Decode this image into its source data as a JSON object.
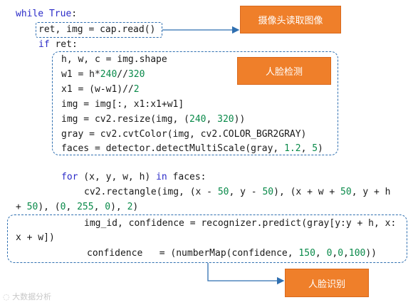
{
  "code_lines": [
    {
      "id": "while",
      "parts": [
        {
          "t": "while ",
          "c": "kw"
        },
        {
          "t": "True",
          "c": "kw"
        },
        {
          "t": ":"
        }
      ]
    },
    {
      "id": "read",
      "parts": [
        {
          "t": "ret, img = cap.read()"
        }
      ]
    },
    {
      "id": "if",
      "parts": [
        {
          "t": "if",
          "c": "kw"
        },
        {
          "t": " ret:"
        }
      ]
    },
    {
      "id": "shape",
      "parts": [
        {
          "t": "h, w, c = img.shape"
        }
      ]
    },
    {
      "id": "w1",
      "parts": [
        {
          "t": "w1 = h*"
        },
        {
          "t": "240",
          "c": "num"
        },
        {
          "t": "//"
        },
        {
          "t": "320",
          "c": "num"
        }
      ]
    },
    {
      "id": "x1",
      "parts": [
        {
          "t": "x1 = (w-w1)//"
        },
        {
          "t": "2",
          "c": "num"
        }
      ]
    },
    {
      "id": "crop",
      "parts": [
        {
          "t": "img = img[:, x1:x1+w1]"
        }
      ]
    },
    {
      "id": "resize",
      "parts": [
        {
          "t": "img = cv2.resize(img, ("
        },
        {
          "t": "240",
          "c": "num"
        },
        {
          "t": ", "
        },
        {
          "t": "320",
          "c": "num"
        },
        {
          "t": "))"
        }
      ]
    },
    {
      "id": "gray",
      "parts": [
        {
          "t": "gray = cv2.cvtColor(img, cv2.COLOR_BGR2GRAY)"
        }
      ]
    },
    {
      "id": "faces",
      "parts": [
        {
          "t": "faces = detector.detectMultiScale(gray, "
        },
        {
          "t": "1.2",
          "c": "num"
        },
        {
          "t": ", "
        },
        {
          "t": "5",
          "c": "num"
        },
        {
          "t": ")"
        }
      ]
    },
    {
      "id": "for",
      "parts": [
        {
          "t": "for",
          "c": "kw"
        },
        {
          "t": " (x, y, w, h) "
        },
        {
          "t": "in",
          "c": "kw"
        },
        {
          "t": " faces:"
        }
      ]
    },
    {
      "id": "rect1",
      "parts": [
        {
          "t": "cv2.rectangle(img, (x - "
        },
        {
          "t": "50",
          "c": "num"
        },
        {
          "t": ", y - "
        },
        {
          "t": "50",
          "c": "num"
        },
        {
          "t": "), (x + w + "
        },
        {
          "t": "50",
          "c": "num"
        },
        {
          "t": ", y + h"
        }
      ]
    },
    {
      "id": "rect2",
      "parts": [
        {
          "t": "+ "
        },
        {
          "t": "50",
          "c": "num"
        },
        {
          "t": "), ("
        },
        {
          "t": "0",
          "c": "num"
        },
        {
          "t": ", "
        },
        {
          "t": "255",
          "c": "num"
        },
        {
          "t": ", "
        },
        {
          "t": "0",
          "c": "num"
        },
        {
          "t": "), "
        },
        {
          "t": "2",
          "c": "num"
        },
        {
          "t": ")"
        }
      ]
    },
    {
      "id": "predict1",
      "parts": [
        {
          "t": "img_id, confidence = recognizer.predict(gray[y:y + h, x:"
        }
      ]
    },
    {
      "id": "predict2",
      "parts": [
        {
          "t": "x + w])"
        }
      ]
    },
    {
      "id": "confidence",
      "parts": [
        {
          "t": "confidence   = (numberMap(confidence, "
        },
        {
          "t": "150",
          "c": "num"
        },
        {
          "t": ", "
        },
        {
          "t": "0",
          "c": "num"
        },
        {
          "t": ","
        },
        {
          "t": "0",
          "c": "num"
        },
        {
          "t": ","
        },
        {
          "t": "100",
          "c": "num"
        },
        {
          "t": "))"
        }
      ]
    }
  ],
  "labels": {
    "camera_read": "摄像头读取图像",
    "face_detect": "人脸检测",
    "face_recognize": "人脸识别"
  },
  "watermark": "大数据分析",
  "colors": {
    "label_bg": "#ef7f2a",
    "dashed_border": "#2f6fb0",
    "keyword": "#2b2bc8",
    "number": "#0a8a4a"
  }
}
